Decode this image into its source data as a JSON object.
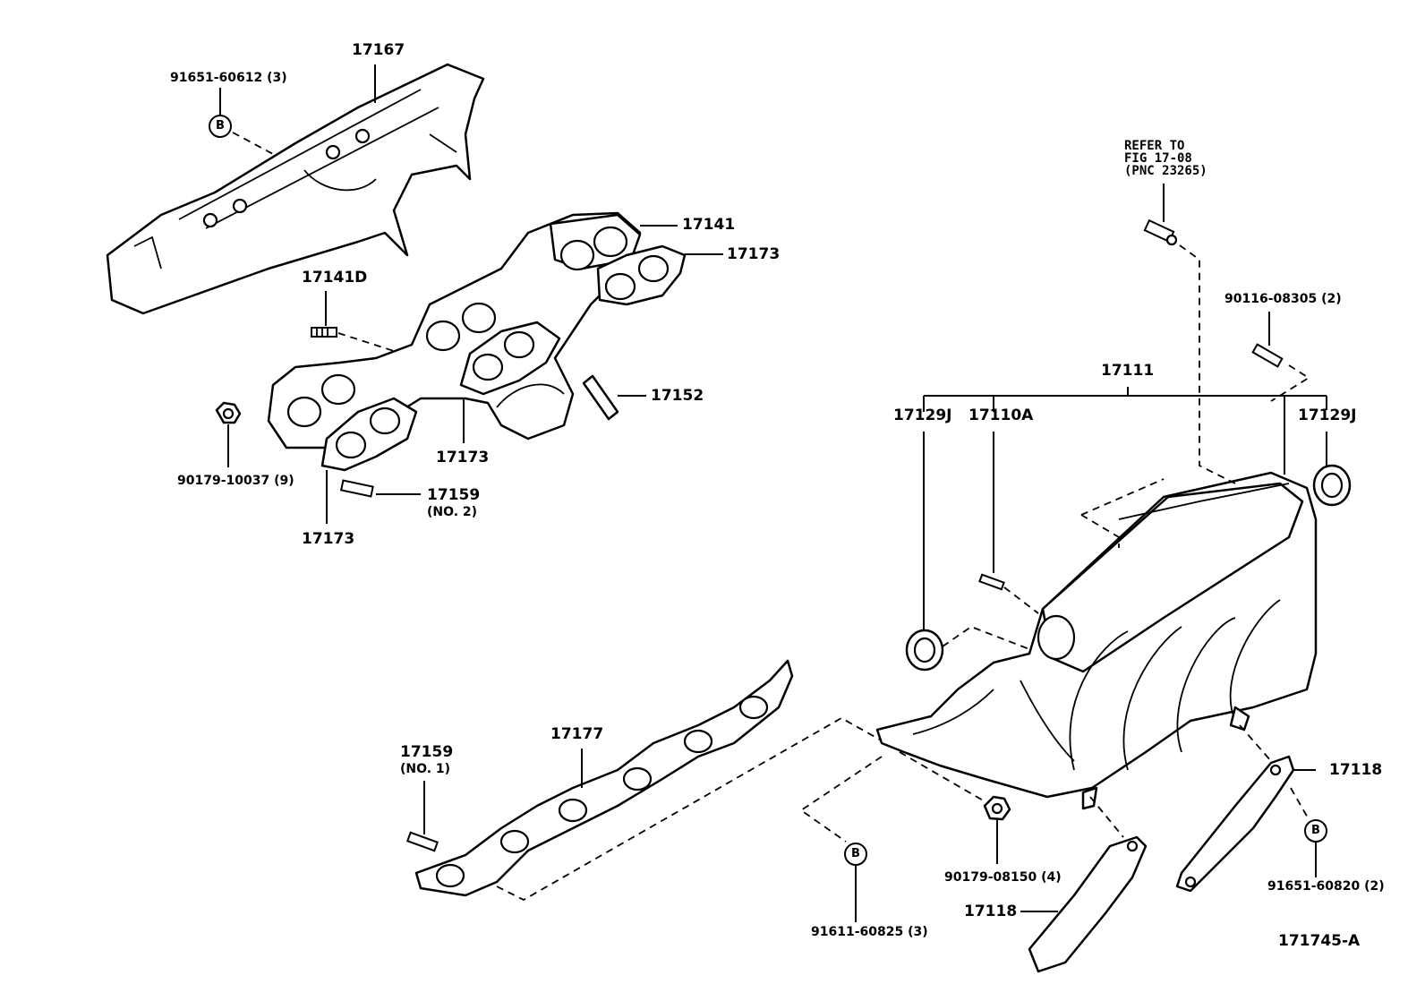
{
  "diagram_id": "171745-A",
  "reference_note": {
    "line1": "REFER TO",
    "line2": "FIG 17-08",
    "line3": "(PNC 23265)"
  },
  "callout_symbol": "B",
  "labels": {
    "p17167": "17167",
    "p91651_60612": "91651-60612 (3)",
    "p17141": "17141",
    "p17173_right": "17173",
    "p17141D": "17141D",
    "p17152": "17152",
    "p90179_10037": "90179-10037 (9)",
    "p17173_mid": "17173",
    "p17159_no2": "17159",
    "p17159_no2_sub": "(NO. 2)",
    "p17173_bottom": "17173",
    "p90116_08305": "90116-08305 (2)",
    "p17111": "17111",
    "p17129J_left": "17129J",
    "p17110A": "17110A",
    "p17129J_right": "17129J",
    "p17159_no1": "17159",
    "p17159_no1_sub": "(NO. 1)",
    "p17177": "17177",
    "p17118_right": "17118",
    "p90179_08150": "90179-08150 (4)",
    "p91651_60820": "91651-60820 (2)",
    "p17118_bottom": "17118",
    "p91611_60825": "91611-60825 (3)"
  }
}
